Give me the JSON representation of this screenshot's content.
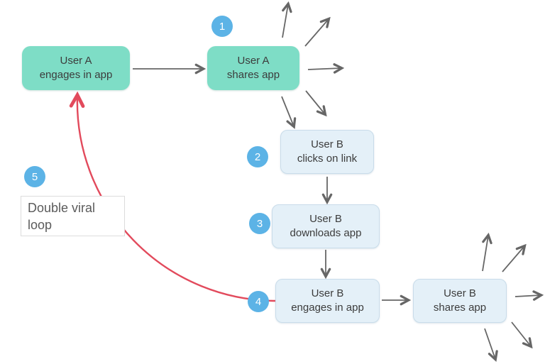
{
  "diagram": {
    "nodes": [
      {
        "id": "a-engages",
        "line1": "User A",
        "line2": "engages in app"
      },
      {
        "id": "a-shares",
        "line1": "User A",
        "line2": "shares app"
      },
      {
        "id": "b-clicks",
        "line1": "User B",
        "line2": "clicks on link"
      },
      {
        "id": "b-downloads",
        "line1": "User B",
        "line2": "downloads app"
      },
      {
        "id": "b-engages",
        "line1": "User B",
        "line2": "engages in app"
      },
      {
        "id": "b-shares",
        "line1": "User B",
        "line2": "shares app"
      }
    ],
    "badges": [
      "1",
      "2",
      "3",
      "4",
      "5"
    ],
    "loop_label": {
      "line1": "Double viral",
      "line2": "loop"
    },
    "colors": {
      "node_a_fill": "#7eddc6",
      "node_b_fill": "#e4f0f8",
      "node_b_border": "#c9dcea",
      "badge_fill": "#5cb3e6",
      "badge_text": "#ffffff",
      "arrow_gray": "#666666",
      "loop_red": "#e24a5c",
      "label_border": "#dcdcdc",
      "node_text": "#3c3c3c",
      "label_text": "#5b5b5b",
      "background": "#ffffff"
    }
  }
}
